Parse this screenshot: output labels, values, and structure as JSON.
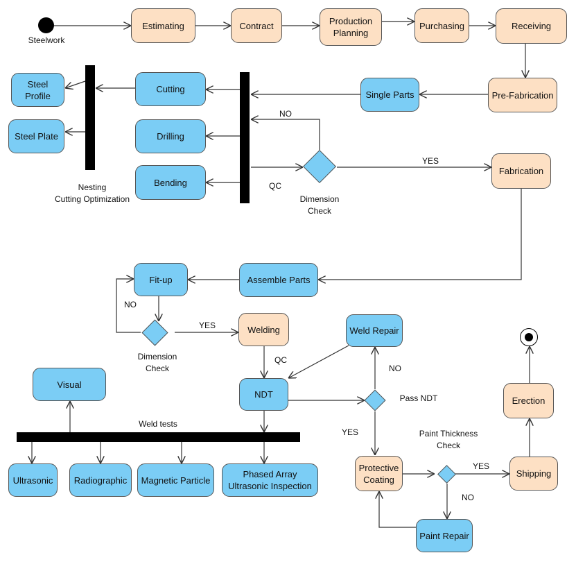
{
  "nodes": {
    "estimating": "Estimating",
    "contract": "Contract",
    "production_planning": "Production\nPlanning",
    "purchasing": "Purchasing",
    "receiving": "Receiving",
    "pre_fabrication": "Pre-Fabrication",
    "single_parts": "Single Parts",
    "cutting": "Cutting",
    "drilling": "Drilling",
    "bending": "Bending",
    "steel_profile": "Steel\nProfile",
    "steel_plate": "Steel Plate",
    "fabrication": "Fabrication",
    "assemble_parts": "Assemble Parts",
    "fit_up": "Fit-up",
    "welding": "Welding",
    "weld_repair": "Weld Repair",
    "ndt": "NDT",
    "visual": "Visual",
    "ultrasonic": "Ultrasonic",
    "radiographic": "Radiographic",
    "magnetic_particle": "Magnetic Particle",
    "phased_array": "Phased Array\nUltrasonic Inspection",
    "protective_coating": "Protective\nCoating",
    "paint_repair": "Paint Repair",
    "shipping": "Shipping",
    "erection": "Erection"
  },
  "labels": {
    "steelwork": "Steelwork",
    "nesting": "Nesting\nCutting Optimization",
    "no_1": "NO",
    "yes_1": "YES",
    "qc_1": "QC",
    "dimension_check_1": "Dimension\nCheck",
    "no_2": "NO",
    "yes_2": "YES",
    "dimension_check_2": "Dimension\nCheck",
    "qc_2": "QC",
    "no_3": "NO",
    "pass_ndt": "Pass NDT",
    "yes_3": "YES",
    "weld_tests": "Weld tests",
    "paint_thickness_check": "Paint Thickness\nCheck",
    "yes_4": "YES",
    "no_4": "NO"
  },
  "colors": {
    "activity_blue": "#7bcdf5",
    "activity_peach": "#fde0c4",
    "border": "#555555",
    "connector": "#333333",
    "bar": "#000000"
  }
}
